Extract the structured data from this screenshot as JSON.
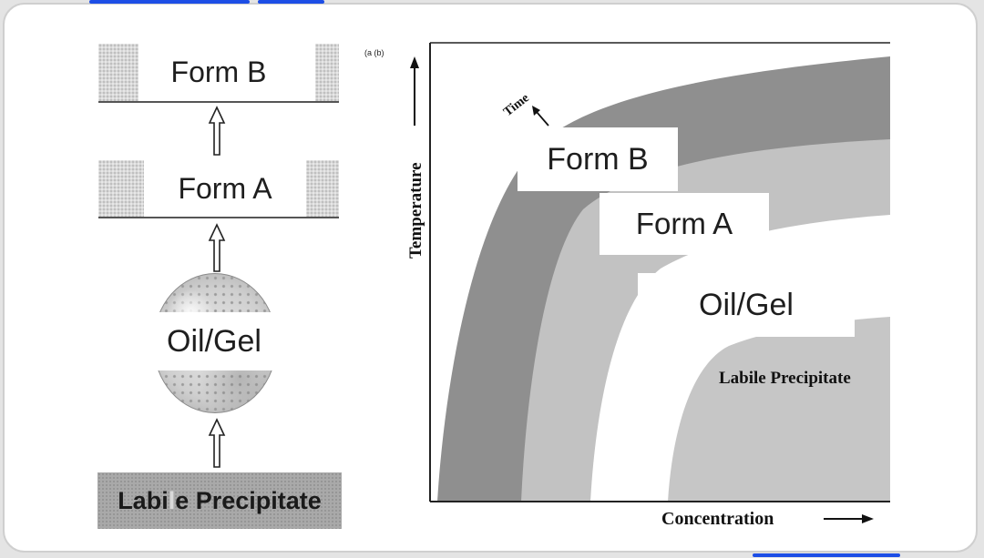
{
  "left_scheme": {
    "top_label": "Form B",
    "middle_label": "Form A",
    "sphere_label": "Oil/Gel",
    "bottom_label_start": "Labi",
    "bottom_label_gap": "l",
    "bottom_label_end": "e Precipitate"
  },
  "phase_diagram": {
    "panel_labels": "(a (b)",
    "y_axis_label": "Temperature",
    "x_axis_label": "Concentration",
    "time_label": "Time",
    "regions": {
      "form_b": "Form B",
      "form_a": "Form A",
      "oil_gel": "Oil/Gel",
      "labile": "Labile Precipitate"
    },
    "colors": {
      "form_b_band": "#8f8f8f",
      "form_a_band": "#c2c2c2",
      "oil_gel_band": "#ffffff",
      "labile_band": "#c6c6c6",
      "tab_indicator": "#1d4ee6"
    }
  }
}
